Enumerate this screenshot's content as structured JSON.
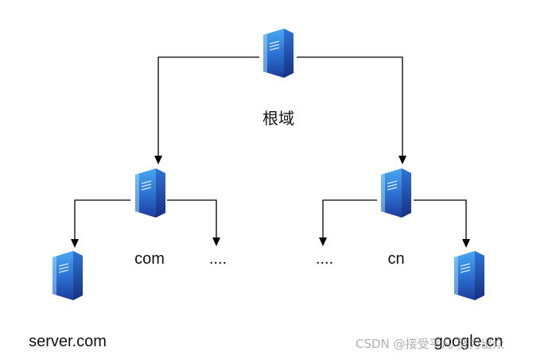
{
  "nodes": {
    "root": {
      "label": "根域",
      "icon": "server-icon"
    },
    "com": {
      "label": "com",
      "icon": "server-icon"
    },
    "cn": {
      "label": "cn",
      "icon": "server-icon"
    },
    "server_com": {
      "label": "server.com",
      "icon": "server-icon"
    },
    "google_cn": {
      "label": "google.cn",
      "icon": "server-icon"
    },
    "com_more": {
      "label": "...."
    },
    "cn_more": {
      "label": "...."
    }
  },
  "colors": {
    "server_light": "#3d9be9",
    "server_dark": "#1f3f9f",
    "line": "#000000"
  },
  "watermark": "CSDN @接受平凡 努力出众"
}
